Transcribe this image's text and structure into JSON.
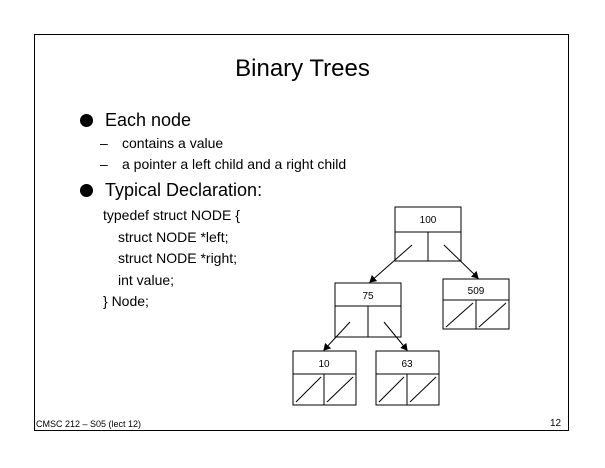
{
  "slide": {
    "title": "Binary Trees",
    "bullets": [
      {
        "text": "Each node",
        "subitems": [
          "contains a value",
          "a pointer a left child and a right child"
        ]
      },
      {
        "text": "Typical Declaration:"
      }
    ],
    "code_lines": [
      "typedef struct NODE {",
      "struct NODE *left;",
      "struct NODE *right;",
      "int value;",
      "} Node;"
    ],
    "tree_nodes": {
      "root": "100",
      "left": "75",
      "right": "509",
      "left_left": "10",
      "left_right": "63"
    },
    "footer": {
      "course": "CMSC 212 – S05 (lect 12)",
      "page_number": "12"
    }
  }
}
